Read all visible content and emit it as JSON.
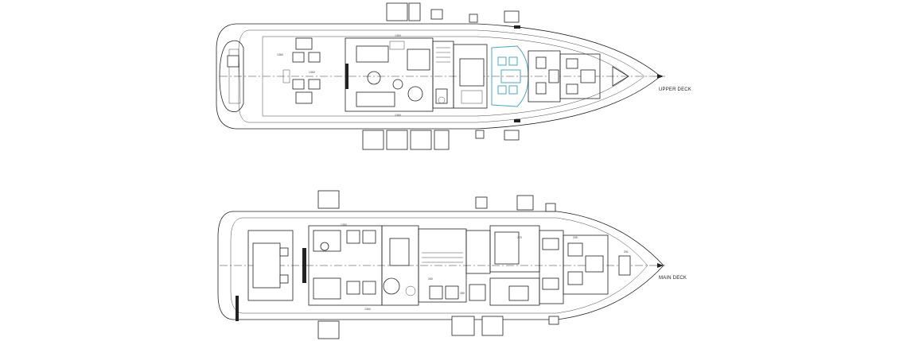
{
  "decks": [
    {
      "id": "upper",
      "label": "UPPER DECK",
      "dims": [
        "1360",
        "1360",
        "1360",
        "1360"
      ]
    },
    {
      "id": "main",
      "label": "MAIN DECK",
      "dims": [
        "1360",
        "1360",
        "270",
        "280",
        "251",
        "295",
        "260"
      ]
    }
  ]
}
